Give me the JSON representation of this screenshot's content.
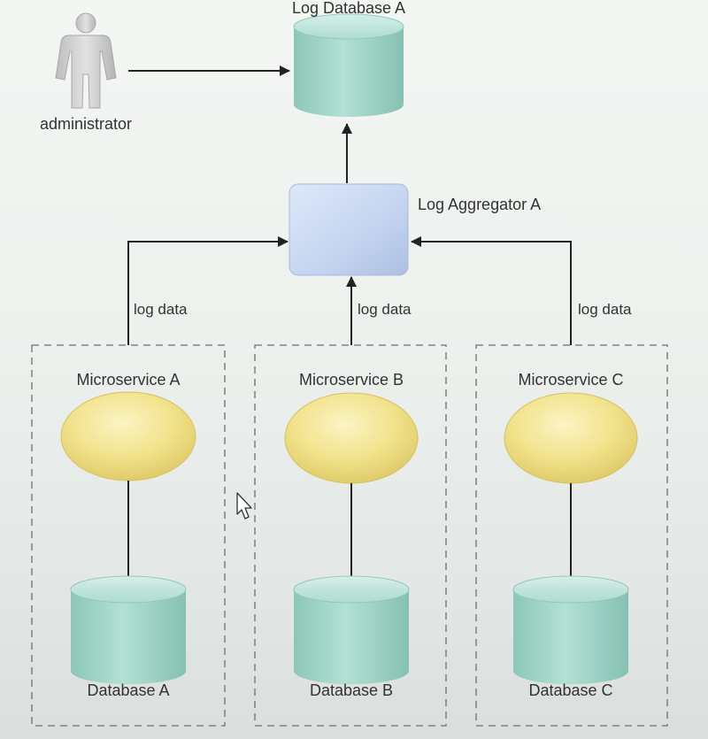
{
  "nodes": {
    "administrator": {
      "label": "administrator"
    },
    "log_database": {
      "label": "Log Database A"
    },
    "log_aggregator": {
      "label": "Log Aggregator A"
    },
    "microservices": [
      {
        "service_label": "Microservice A",
        "database_label": "Database A",
        "edge_label": "log data"
      },
      {
        "service_label": "Microservice B",
        "database_label": "Database B",
        "edge_label": "log data"
      },
      {
        "service_label": "Microservice C",
        "database_label": "Database C",
        "edge_label": "log data"
      }
    ]
  },
  "colors": {
    "database_top": "#bfe6dc",
    "database_body": "#9fd3c6",
    "aggregator": "#c9d8f2",
    "microservice": "#f0e28a",
    "line": "#222222",
    "dashed_border": "#6f6f6f",
    "person": "#cfcfcf"
  },
  "icons": {
    "administrator": "person-icon",
    "cursor": "mouse-pointer-icon"
  }
}
